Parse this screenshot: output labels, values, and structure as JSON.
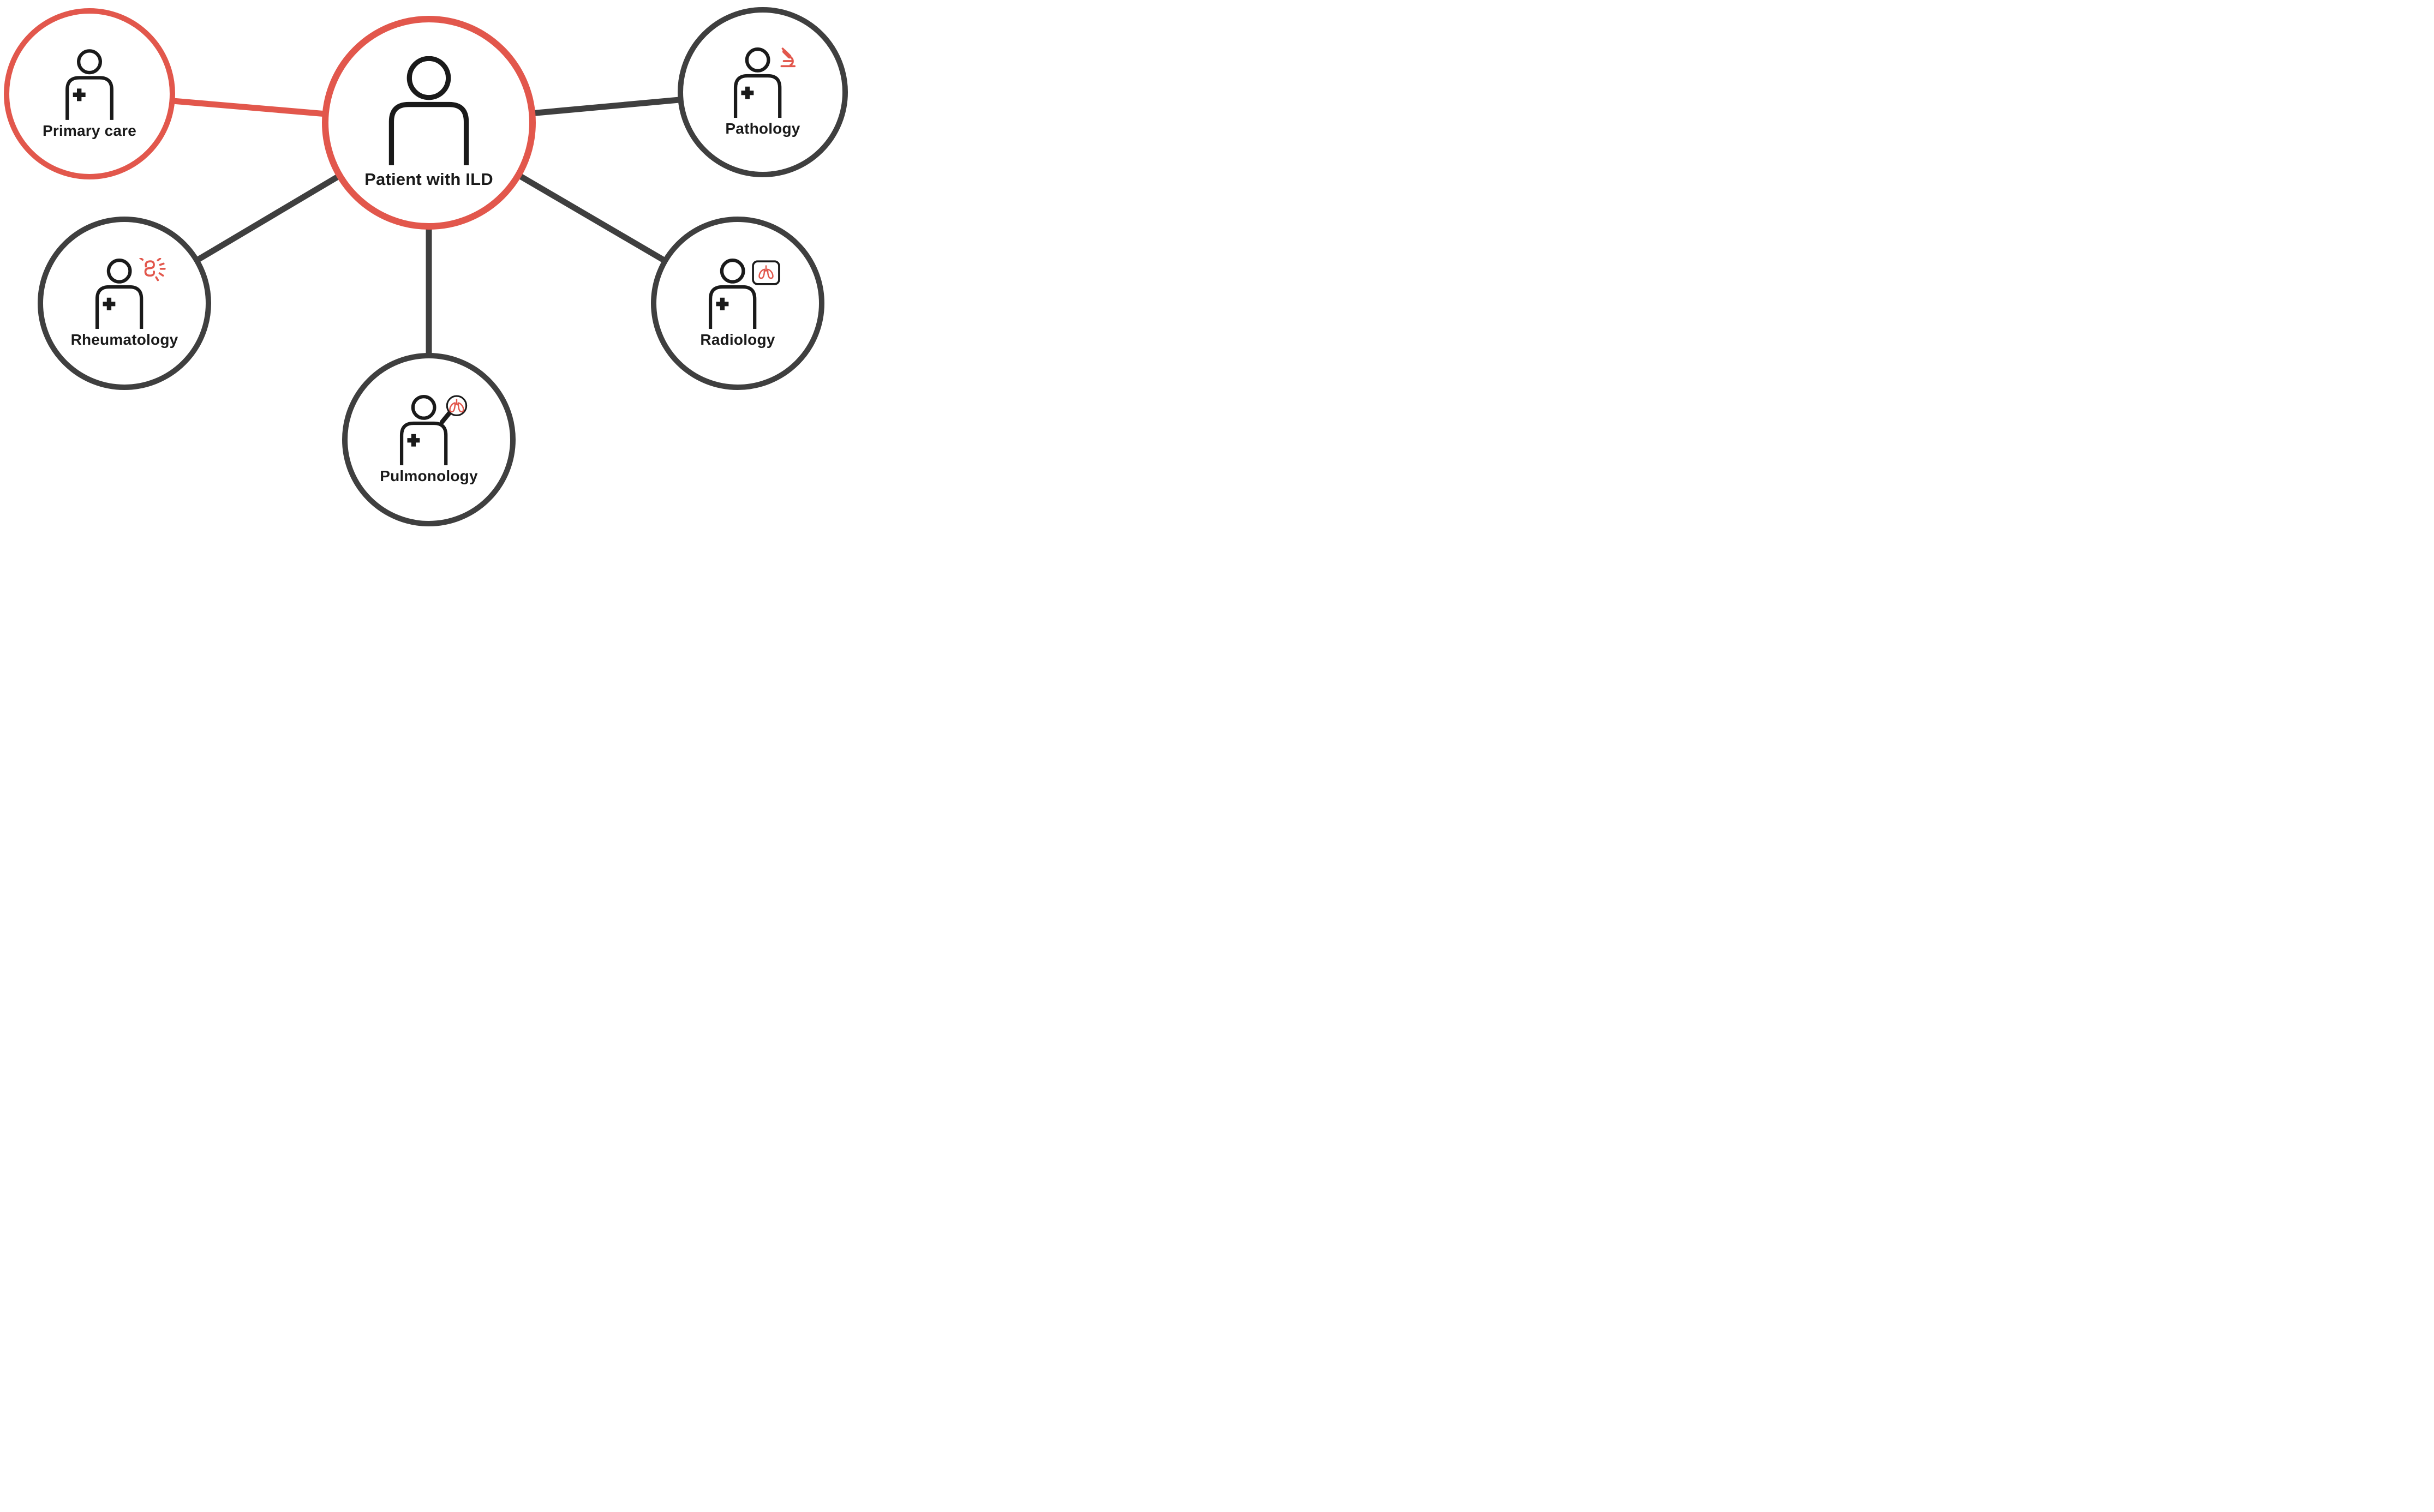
{
  "page": {
    "background": "#FFFFFF"
  },
  "colors": {
    "accent": "#E2574C",
    "dark": "#3F3F3F",
    "ink": "#1A1A1A"
  },
  "diagram": {
    "center_node": {
      "id": "patient",
      "label": "Patient with ILD",
      "ring": "accent",
      "icon": "patient-person-icon"
    },
    "nodes": [
      {
        "id": "primary-care",
        "label": "Primary care",
        "ring": "accent",
        "icon": "clinician-icon"
      },
      {
        "id": "pathology",
        "label": "Pathology",
        "ring": "dark",
        "icon": "clinician-with-microscope-icon"
      },
      {
        "id": "rheumatology",
        "label": "Rheumatology",
        "ring": "dark",
        "icon": "clinician-with-inflammation-icon"
      },
      {
        "id": "radiology",
        "label": "Radiology",
        "ring": "dark",
        "icon": "clinician-with-lung-scan-icon"
      },
      {
        "id": "pulmonology",
        "label": "Pulmonology",
        "ring": "dark",
        "icon": "clinician-with-lung-magnifier-icon"
      }
    ],
    "edges": [
      {
        "from": "primary-care",
        "to": "patient",
        "style": "accent"
      },
      {
        "from": "pathology",
        "to": "patient",
        "style": "dark"
      },
      {
        "from": "rheumatology",
        "to": "patient",
        "style": "dark"
      },
      {
        "from": "radiology",
        "to": "patient",
        "style": "dark"
      },
      {
        "from": "pulmonology",
        "to": "patient",
        "style": "dark"
      }
    ]
  }
}
